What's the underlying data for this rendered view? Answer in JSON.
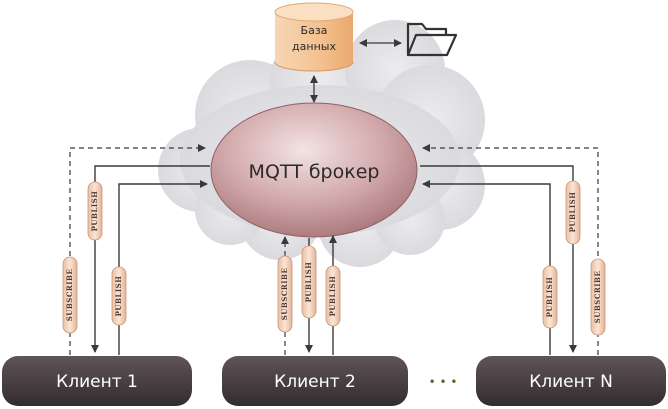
{
  "database": {
    "line1": "База",
    "line2": "данных"
  },
  "broker": {
    "label": "MQTT брокер"
  },
  "clients": [
    {
      "label": "Клиент 1"
    },
    {
      "label": "Клиент 2"
    },
    {
      "label": "Клиент N"
    }
  ],
  "ellipsis": "• • •",
  "pills": {
    "publish": "PUBLISH",
    "subscribe": "SUBSCRIBE"
  },
  "icons": [
    "database-icon",
    "folder-icon",
    "cloud-icon"
  ],
  "colors": {
    "broker_fill": "#c79c9f",
    "client_fill": "#4a4043",
    "pill_fill": "#f2d2b8",
    "database_fill": "#f6c99f",
    "cloud_fill": "#e3e3e6"
  }
}
